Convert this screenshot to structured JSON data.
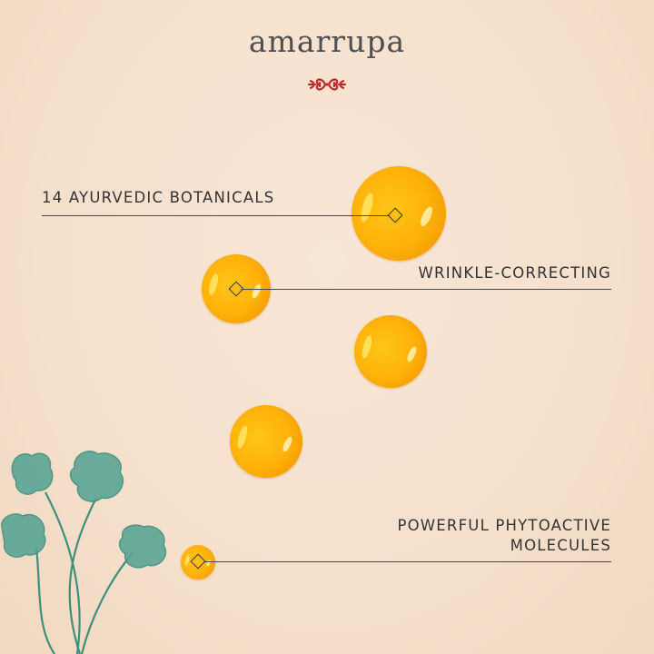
{
  "brand": {
    "name": "amarrupa",
    "ornament_icon": "ornamental-scroll-icon",
    "ornament_color": "#c0272d"
  },
  "callouts": [
    {
      "text": "14 AYURVEDIC BOTANICALS"
    },
    {
      "text": "WRINKLE-CORRECTING"
    },
    {
      "line1": "POWERFUL PHYTOACTIVE",
      "line2": "MOLECULES"
    }
  ],
  "colors": {
    "background": "#f6e2cf",
    "drop": "#ffb20a",
    "text": "#333333",
    "leaf": "#4a9a8a"
  }
}
